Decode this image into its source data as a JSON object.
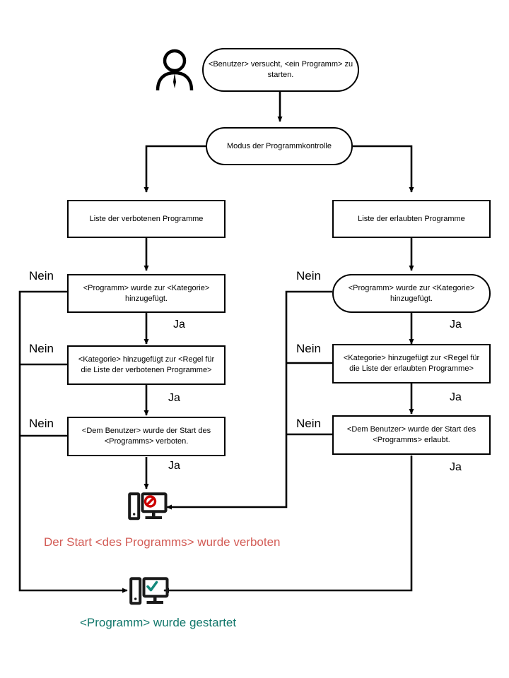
{
  "diagram": {
    "title": "Programmkontrolle Ablaufdiagramm",
    "colors": {
      "line": "#000000",
      "denied": "#d35d57",
      "allowed": "#12776b",
      "denied_icon": "#cc0000",
      "allowed_icon": "#13897c"
    },
    "actor": {
      "name": "user-figure"
    },
    "nodes": {
      "start": {
        "text": "<Benutzer> versucht, <ein Programm>  zu starten.",
        "shape": "rounded"
      },
      "mode": {
        "text": "Modus der Programmkontrolle",
        "shape": "rounded"
      },
      "denylist": {
        "text": "Liste der verbotenen Programme",
        "shape": "rect"
      },
      "allowlist": {
        "text": "Liste der erlaubten Programme",
        "shape": "rect"
      },
      "left_cat": {
        "text": "<Programm>  wurde zur <Kategorie> hinzugefügt.",
        "shape": "rect"
      },
      "right_cat": {
        "text": "<Programm>  wurde zur <Kategorie> hinzugefügt.",
        "shape": "rounded"
      },
      "left_rule": {
        "text": "<Kategorie> hinzugefügt zur <Regel für die Liste der verbotenen Programme>",
        "shape": "rect"
      },
      "right_rule": {
        "text": "<Kategorie> hinzugefügt zur <Regel für die Liste der erlaubten Programme>",
        "shape": "rect"
      },
      "left_user": {
        "text": "<Dem Benutzer> wurde der Start des <Programms>  verboten.",
        "shape": "rect"
      },
      "right_user": {
        "text": "<Dem Benutzer> wurde der Start des <Programms>  erlaubt.",
        "shape": "rect"
      }
    },
    "edge_labels": {
      "nein_l1": "Nein",
      "nein_l2": "Nein",
      "nein_l3": "Nein",
      "nein_r1": "Nein",
      "nein_r2": "Nein",
      "nein_r3": "Nein",
      "ja_l1": "Ja",
      "ja_l2": "Ja",
      "ja_l3": "Ja",
      "ja_r1": "Ja",
      "ja_r2": "Ja",
      "ja_r3": "Ja"
    },
    "outcomes": {
      "denied": {
        "caption": "Der Start <des Programms> wurde verboten",
        "icon": "computer-blocked-icon"
      },
      "allowed": {
        "caption": "<Programm> wurde gestartet",
        "icon": "computer-allowed-icon"
      }
    }
  }
}
